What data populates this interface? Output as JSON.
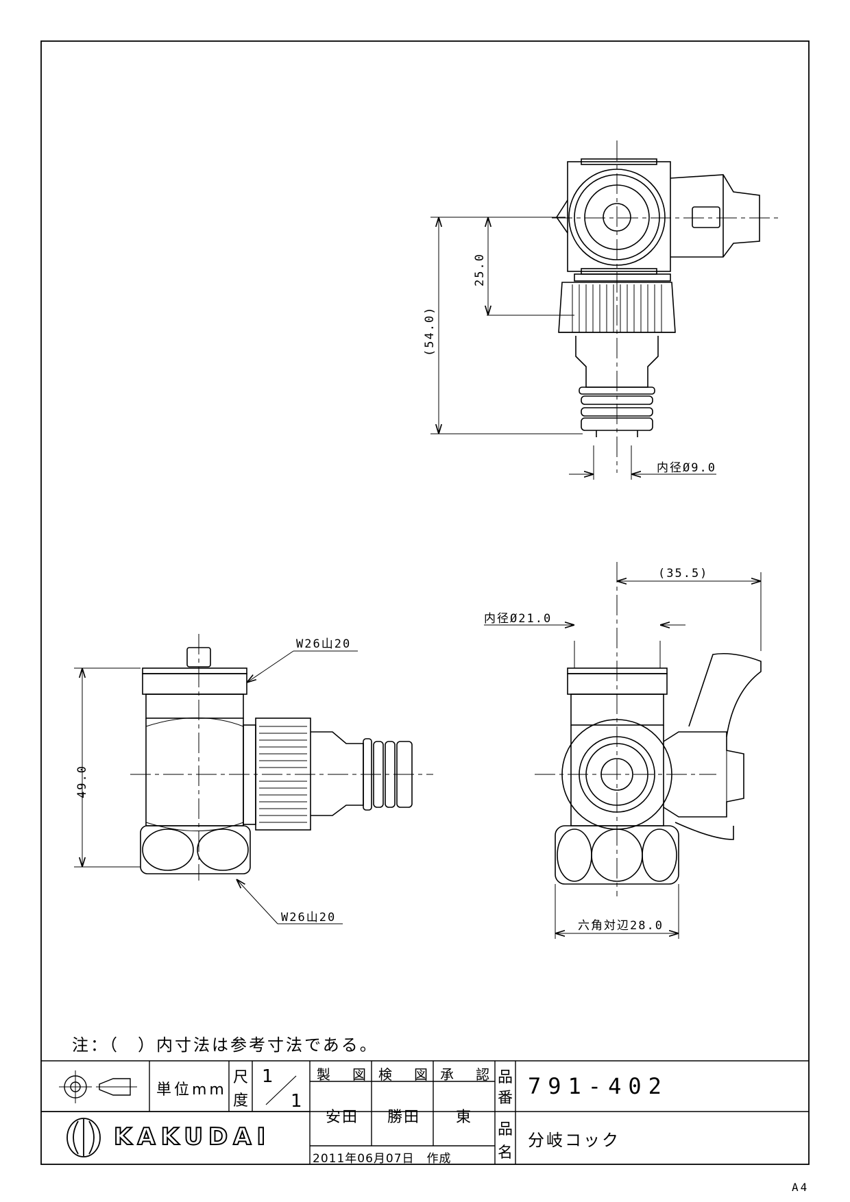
{
  "drawing": {
    "dims": {
      "top_overall": "(54.0)",
      "top_partial": "25.0",
      "top_inner_dia": "内径Ø9.0",
      "right_width": "(35.5)",
      "right_inner_dia": "内径Ø21.0",
      "right_hex": "六角対辺28.0",
      "left_height": "49.0",
      "left_thread_top": "W26山20",
      "left_thread_bottom": "W26山20"
    },
    "note": "注：（　）内寸法は参考寸法である。"
  },
  "title_block": {
    "unit_label": "単位mm",
    "scale_label_1": "尺",
    "scale_label_2": "度",
    "scale_num": "1",
    "scale_den": "1",
    "drawn_label": "製　図",
    "checked_label": "検　図",
    "approved_label": "承　認",
    "drawn_by": "安田",
    "checked_by": "勝田",
    "approved_by": "東",
    "part_no_label_1": "品",
    "part_no_label_2": "番",
    "part_no": "791-402",
    "part_name_label_1": "品",
    "part_name_label_2": "名",
    "part_name": "分岐コック",
    "company": "KAKUDAI",
    "date_created": "2011年06月07日　作成"
  },
  "sheet_size": "A4"
}
